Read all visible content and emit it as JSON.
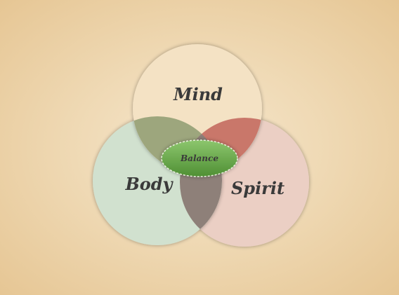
{
  "diagram": {
    "circles": [
      {
        "id": "mind",
        "label": "Mind",
        "fill": "#f4e2c4"
      },
      {
        "id": "body",
        "label": "Body",
        "fill": "#d1e1cf"
      },
      {
        "id": "spirit",
        "label": "Spirit",
        "fill": "#ebcfc4"
      }
    ],
    "overlaps": {
      "mind_body": "#9da67d",
      "mind_spirit": "#c9776a",
      "body_spirit": "#8e8079"
    },
    "center": {
      "label": "Balance",
      "fill": "#6aa84f",
      "border": "#e8f1dc"
    }
  }
}
